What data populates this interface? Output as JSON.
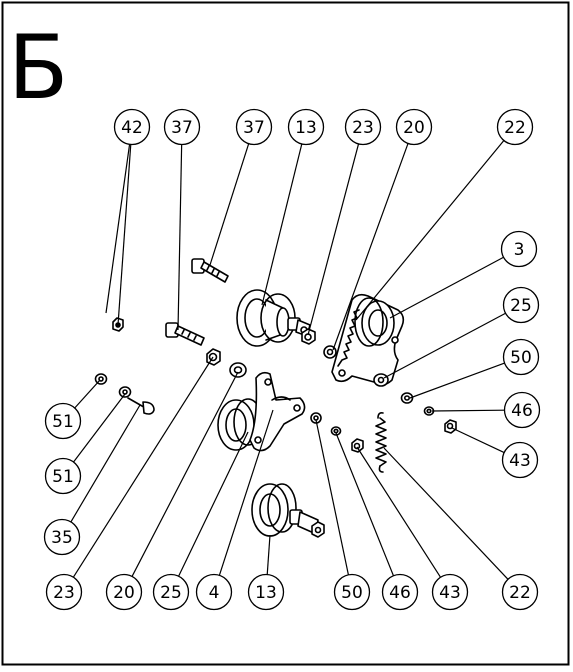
{
  "view_letter": "Б",
  "callouts": [
    "42",
    "37",
    "37",
    "13",
    "23",
    "20",
    "22",
    "3",
    "25",
    "50",
    "46",
    "43",
    "51",
    "51",
    "35",
    "23",
    "20",
    "25",
    "4",
    "13",
    "50",
    "46",
    "43",
    "22"
  ],
  "colors": {
    "line": "#000000",
    "background": "#ffffff"
  }
}
